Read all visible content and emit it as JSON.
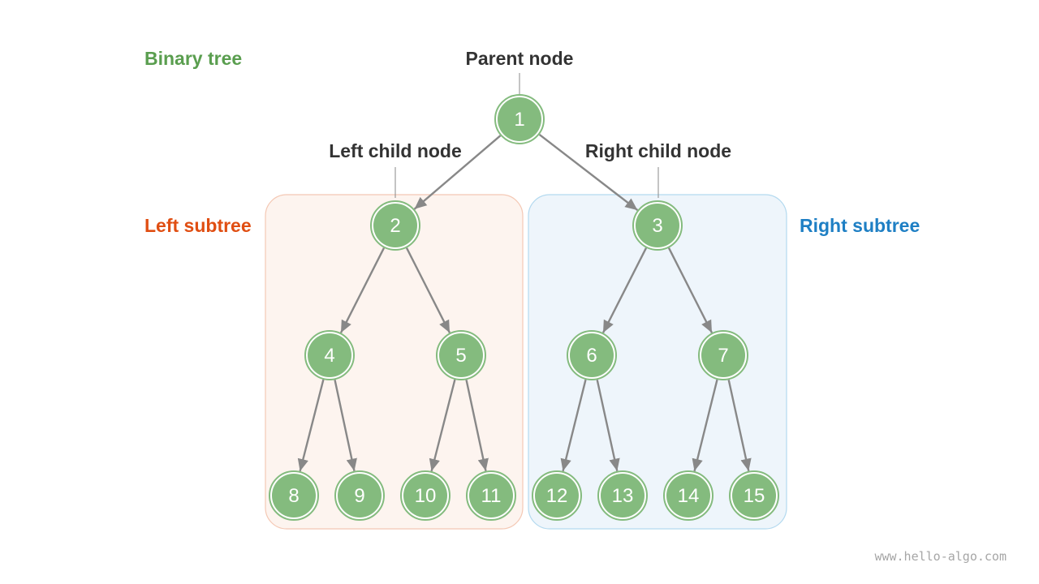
{
  "labels": {
    "title": "Binary tree",
    "parent": "Parent node",
    "left_child": "Left child node",
    "right_child": "Right child node",
    "left_subtree": "Left subtree",
    "right_subtree": "Right subtree"
  },
  "watermark": "www.hello-algo.com",
  "nodes": [
    "1",
    "2",
    "3",
    "4",
    "5",
    "6",
    "7",
    "8",
    "9",
    "10",
    "11",
    "12",
    "13",
    "14",
    "15"
  ],
  "colors": {
    "node_fill": "#84bb7e",
    "node_ring": "#84bb7e",
    "edge": "#888888",
    "title": "#5a9e4f",
    "left_subtree": "#e04e12",
    "right_subtree": "#1e7fc4",
    "left_box_fill": "#fdf4ef",
    "left_box_stroke": "#f4c8b4",
    "right_box_fill": "#eef5fb",
    "right_box_stroke": "#b3d9ef",
    "label_text": "#333333"
  }
}
